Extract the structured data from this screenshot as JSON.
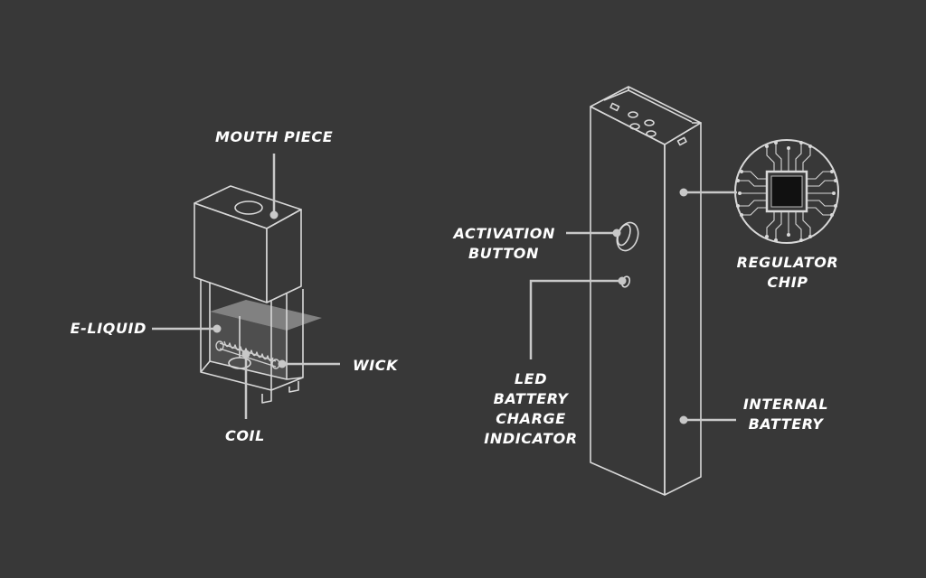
{
  "colors": {
    "background": "#383838",
    "outline": "#d8d8d8",
    "leader": "#c8c8c8",
    "liquid": "#8a8a8a",
    "text": "#ffffff"
  },
  "icons": [
    "regulator-chip-icon"
  ],
  "labels": {
    "mouth_piece": "MOUTH PIECE",
    "e_liquid": "E-LIQUID",
    "wick": "WICK",
    "coil": "COIL",
    "activation_button": [
      "ACTIVATION",
      "BUTTON"
    ],
    "led_indicator": [
      "LED",
      "BATTERY",
      "CHARGE",
      "INDICATOR"
    ],
    "regulator_chip": [
      "REGULATOR",
      "CHIP"
    ],
    "internal_battery": [
      "INTERNAL",
      "BATTERY"
    ]
  }
}
